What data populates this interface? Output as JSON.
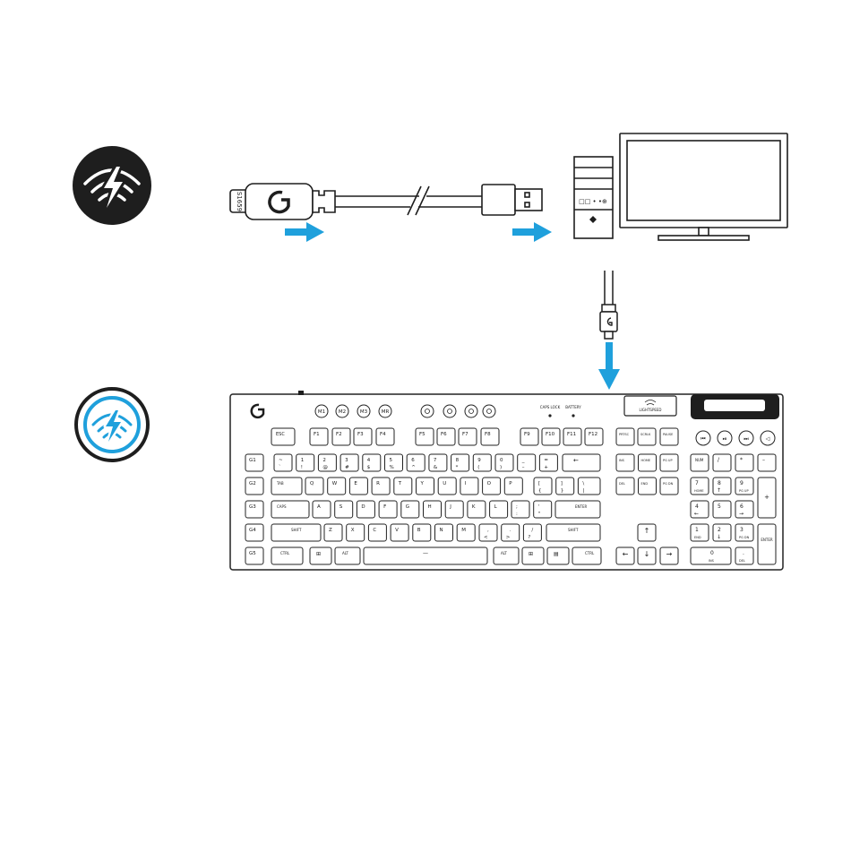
{
  "colors": {
    "accent_blue": "#1fa0dc",
    "dark": "#1e1e1e",
    "outline": "#222222",
    "paper": "#ffffff"
  },
  "icons": {
    "wired_mode": "wired-lightning-wifi-icon",
    "wireless_mode": "wireless-lightning-wifi-icon",
    "logo": "g-logo-icon",
    "arrow": "blue-arrow-icon"
  },
  "receiver": {
    "code": "S1659"
  },
  "pc": {
    "ports_label": "□□ • •⊕"
  },
  "keyboard": {
    "indicators": [
      "CAPS LOCK",
      "BATTERY"
    ],
    "lightspeed_label": "LIGHTSPEED",
    "macro_keys": [
      "M1",
      "M2",
      "M3",
      "MR"
    ],
    "function_keys": [
      "F1",
      "F2",
      "F3",
      "F4",
      "F5",
      "F6",
      "F7",
      "F8",
      "F9",
      "F10",
      "F11",
      "F12"
    ],
    "esc": "ESC",
    "nav_top": [
      "PRTSC",
      "SCRLK",
      "PAUSE"
    ],
    "g_keys": [
      "G1",
      "G2",
      "G3",
      "G4",
      "G5"
    ],
    "number_row": [
      {
        "top": "~",
        "bot": "`"
      },
      {
        "top": "1",
        "bot": "!"
      },
      {
        "top": "2",
        "bot": "@"
      },
      {
        "top": "3",
        "bot": "#"
      },
      {
        "top": "4",
        "bot": "$"
      },
      {
        "top": "5",
        "bot": "%"
      },
      {
        "top": "6",
        "bot": "^"
      },
      {
        "top": "7",
        "bot": "&"
      },
      {
        "top": "8",
        "bot": "*"
      },
      {
        "top": "9",
        "bot": "("
      },
      {
        "top": "0",
        "bot": ")"
      },
      {
        "top": "_",
        "bot": "–"
      },
      {
        "top": "=",
        "bot": "+"
      }
    ],
    "backspace": "←",
    "tab": "TAB",
    "qwerty_row": [
      "Q",
      "W",
      "E",
      "R",
      "T",
      "Y",
      "U",
      "I",
      "O",
      "P"
    ],
    "brackets": [
      {
        "top": "[",
        "bot": "{"
      },
      {
        "top": "]",
        "bot": "}"
      },
      {
        "top": "\\",
        "bot": "|"
      }
    ],
    "caps": "CAPS",
    "home_row": [
      "A",
      "S",
      "D",
      "F",
      "G",
      "H",
      "J",
      "K",
      "L"
    ],
    "home_punct": [
      {
        "top": ";",
        "bot": ":"
      },
      {
        "top": "'",
        "bot": "\""
      }
    ],
    "enter": "ENTER",
    "shift": "SHIFT",
    "bottom_letters": [
      "Z",
      "X",
      "C",
      "V",
      "B",
      "N",
      "M"
    ],
    "bottom_punct": [
      {
        "top": ",",
        "bot": "<"
      },
      {
        "top": ".",
        "bot": ">"
      },
      {
        "top": "/",
        "bot": "?"
      }
    ],
    "ctrl": "CTRL",
    "alt": "ALT",
    "nav_mid": [
      [
        "INS",
        "HOME",
        "PG UP"
      ],
      [
        "DEL",
        "END",
        "PG DN"
      ]
    ],
    "arrows": [
      "↑",
      "←",
      "↓",
      "→"
    ],
    "numpad_top": [
      "NUM",
      "/",
      "*",
      "–"
    ],
    "numpad_rows": [
      [
        {
          "n": "7",
          "s": "HOME"
        },
        {
          "n": "8",
          "s": "↑"
        },
        {
          "n": "9",
          "s": "PG UP"
        }
      ],
      [
        {
          "n": "4",
          "s": "←"
        },
        {
          "n": "5",
          "s": ""
        },
        {
          "n": "6",
          "s": "→"
        }
      ],
      [
        {
          "n": "1",
          "s": "END"
        },
        {
          "n": "2",
          "s": "↓"
        },
        {
          "n": "3",
          "s": "PG DN"
        }
      ]
    ],
    "numpad_zero": {
      "n": "0",
      "s": "INS"
    },
    "numpad_dot": {
      "n": ".",
      "s": "DEL"
    },
    "numpad_plus": "+",
    "numpad_enter": "ENTER"
  }
}
